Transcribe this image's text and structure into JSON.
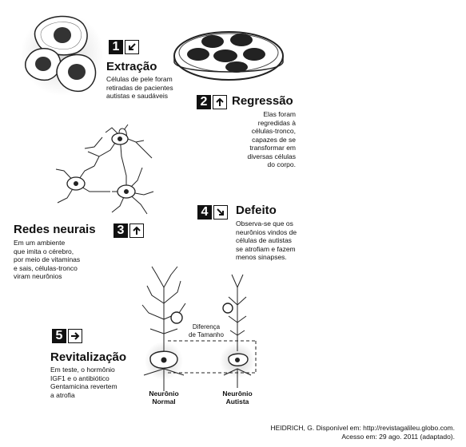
{
  "steps": [
    {
      "number": "1",
      "title": "Extração",
      "text": [
        "Células de pele foram",
        "retiradas de pacientes",
        "autistas e saudáveis"
      ],
      "arrow": "arrow-down-left-icon"
    },
    {
      "number": "2",
      "title": "Regressão",
      "text": [
        "Elas foram",
        "regredidas à",
        "células-tronco,",
        "capazes de se",
        "transformar em",
        "diversas células",
        "do corpo."
      ],
      "arrow": "arrow-up-icon"
    },
    {
      "number": "3",
      "title": "Redes neurais",
      "text": [
        "Em um ambiente",
        "que imita o cérebro,",
        "por meio de vitaminas",
        "e sais, células-tronco",
        "viram neurônios"
      ],
      "arrow": "arrow-up-icon"
    },
    {
      "number": "4",
      "title": "Defeito",
      "text": [
        "Observa-se que os",
        "neurônios vindos de",
        "células de autistas",
        "se atrofiam e fazem",
        "menos sinapses."
      ],
      "arrow": "arrow-down-right-icon"
    },
    {
      "number": "5",
      "title": "Revitalização",
      "text": [
        "Em teste, o hormônio",
        "IGF1 e o antibiótico",
        "Gentamicina revertem",
        "a atrofia"
      ],
      "arrow": "arrow-right-icon"
    }
  ],
  "diagram": {
    "difference_label": [
      "Diferença",
      "de Tamanho"
    ],
    "neuron_normal": [
      "Neurônio",
      "Normal"
    ],
    "neuron_autist": [
      "Neurônio",
      "Autista"
    ]
  },
  "citation": [
    "HEIDRICH, G. Disponível em: http://revistagalileu.globo.com.",
    "Acesso em: 29 ago. 2011 (adaptado)."
  ]
}
